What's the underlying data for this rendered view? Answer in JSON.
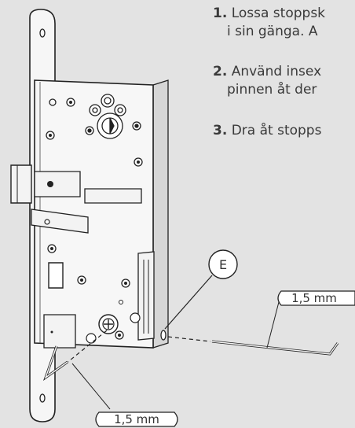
{
  "instructions": {
    "step1": {
      "number": "1.",
      "line1": "Lossa stoppsk",
      "line2": "i sin gänga. A"
    },
    "step2": {
      "number": "2.",
      "line1": "Använd insex",
      "line2": "pinnen åt der"
    },
    "step3": {
      "number": "3.",
      "line1": "Dra åt stopps"
    }
  },
  "callouts": {
    "point_label": "E",
    "key_size_right": "1,5 mm",
    "key_size_bottom": "1,5 mm"
  }
}
